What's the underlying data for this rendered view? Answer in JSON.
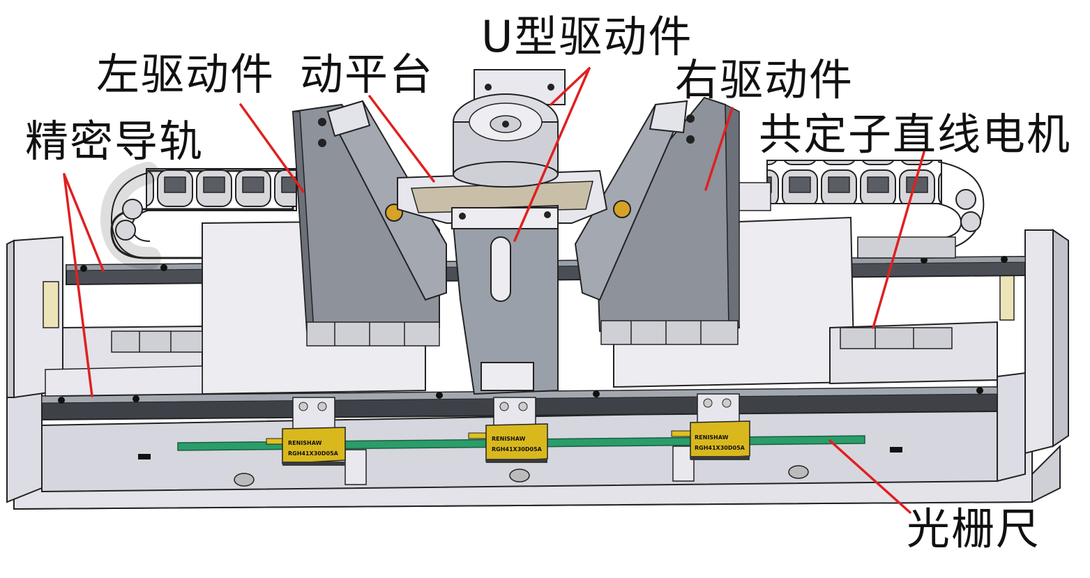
{
  "labels": {
    "u_drive": "U型驱动件",
    "left_drive": "左驱动件",
    "moving_platform": "动平台",
    "right_drive": "右驱动件",
    "precision_guide": "精密导轨",
    "linear_motor": "共定子直线电机",
    "grating_scale": "光栅尺",
    "read_head_brand": "RENISHAW",
    "read_head_1_model": "RGH41X30D05A",
    "read_head_2_model": "RGH41X30D05A",
    "read_head_3_model": "RGH41X30D05A"
  },
  "colors": {
    "leader_line": "#e02020",
    "grating_strip": "#2a9d6a",
    "read_head": "#d9b81e",
    "body_gray": "#9a9fa8",
    "light_panel": "#e9e9ee",
    "outline": "#222222"
  }
}
